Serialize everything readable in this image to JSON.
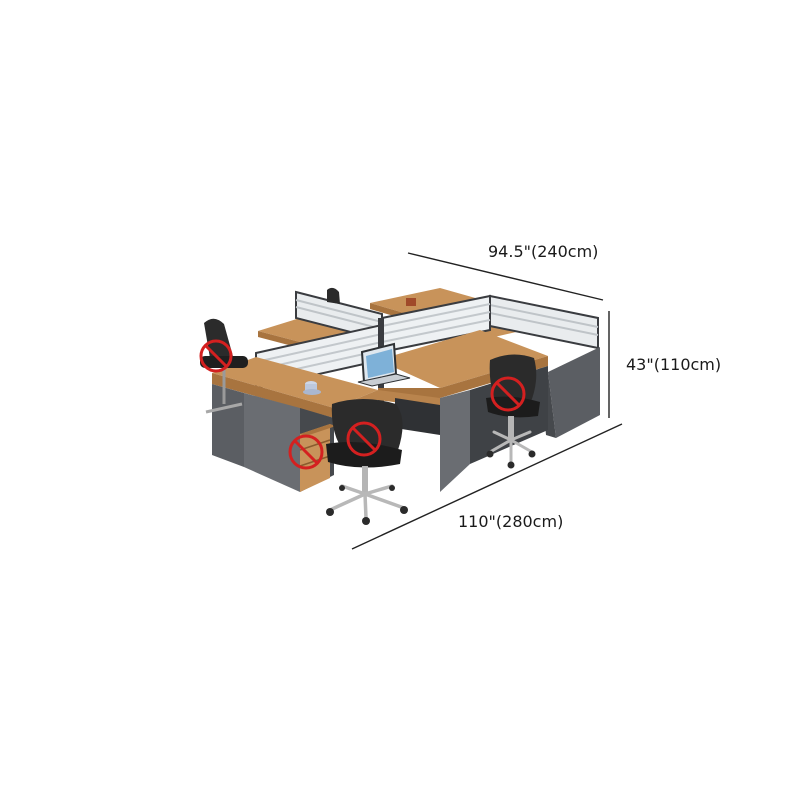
{
  "dimensions": {
    "width": "94.5\"(240cm)",
    "height": "43\"(110cm)",
    "length": "110\"(280cm)"
  },
  "colors": {
    "wood_top": "#c8935a",
    "wood_edge": "#a8743f",
    "panel_dark": "#5b5e63",
    "panel_darker": "#46494d",
    "frame": "#3a3c40",
    "glass": "#eef1f3",
    "chair": "#2b2b2b",
    "forbidden": "#d42020"
  },
  "icons": {
    "not_included_marker": "prohibited-icon"
  }
}
